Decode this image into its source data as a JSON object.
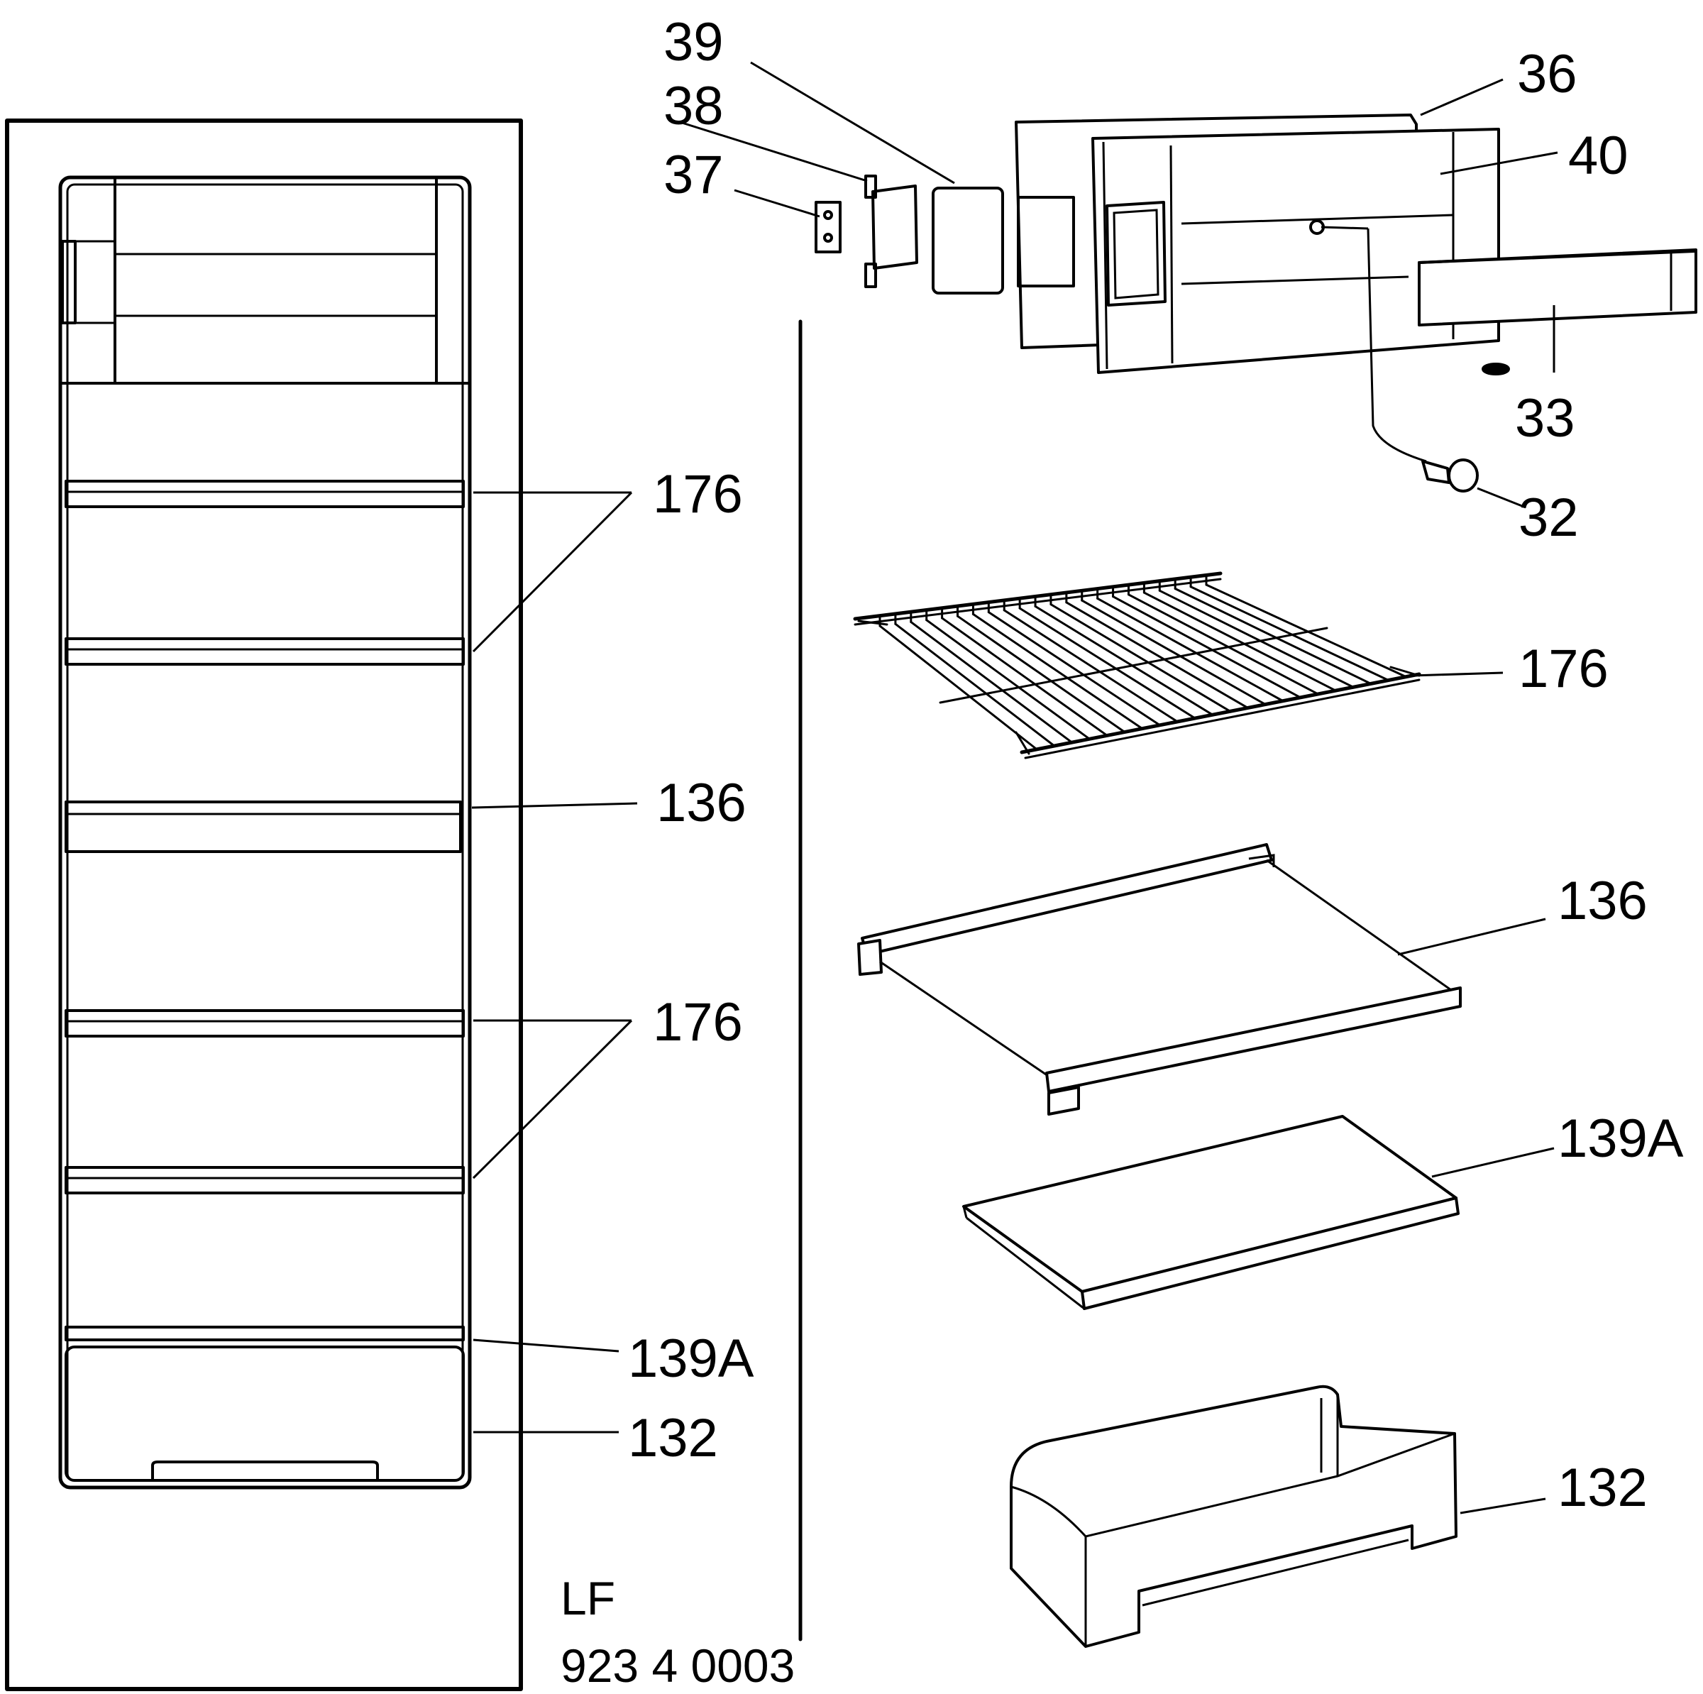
{
  "labels": {
    "p39": "39",
    "p38": "38",
    "p37": "37",
    "p36": "36",
    "p40": "40",
    "p33": "33",
    "p32": "32",
    "left_176_top": "176",
    "left_136": "136",
    "left_176_bottom": "176",
    "left_139a": "139A",
    "left_132": "132",
    "right_176": "176",
    "right_136": "136",
    "right_139a": "139A",
    "right_132": "132"
  },
  "model": {
    "code_line1": "LF",
    "code_line2": "923 4 0003"
  }
}
